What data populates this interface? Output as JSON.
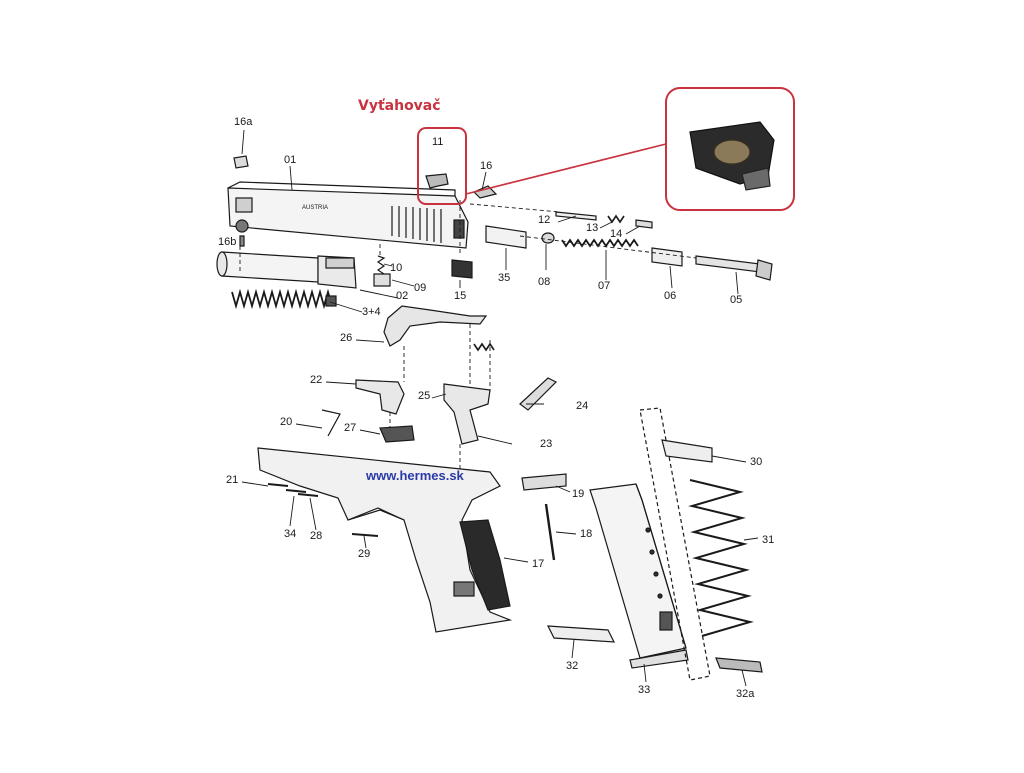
{
  "title": "Vyťahovač",
  "watermark": "www.hermes.sk",
  "colors": {
    "highlight": "#c8333f",
    "watermark": "#2a3aa8",
    "ink": "#1a1a1a"
  },
  "part_labels": {
    "p16a": "16a",
    "p01": "01",
    "p11": "11",
    "p16": "16",
    "p16b": "16b",
    "p12": "12",
    "p13": "13",
    "p14": "14",
    "p10": "10",
    "p09": "09",
    "p02": "02",
    "p15": "15",
    "p35": "35",
    "p08": "08",
    "p07": "07",
    "p06": "06",
    "p05": "05",
    "p34": "3+4",
    "p26": "26",
    "p22": "22",
    "p25": "25",
    "p24": "24",
    "p20": "20",
    "p27": "27",
    "p23": "23",
    "p30": "30",
    "p21": "21",
    "p19": "19",
    "p34b": "34",
    "p28": "28",
    "p18": "18",
    "p31": "31",
    "p29": "29",
    "p17": "17",
    "p32": "32",
    "p33": "33",
    "p32a": "32a"
  },
  "slide_engraving": "AUSTRIA"
}
